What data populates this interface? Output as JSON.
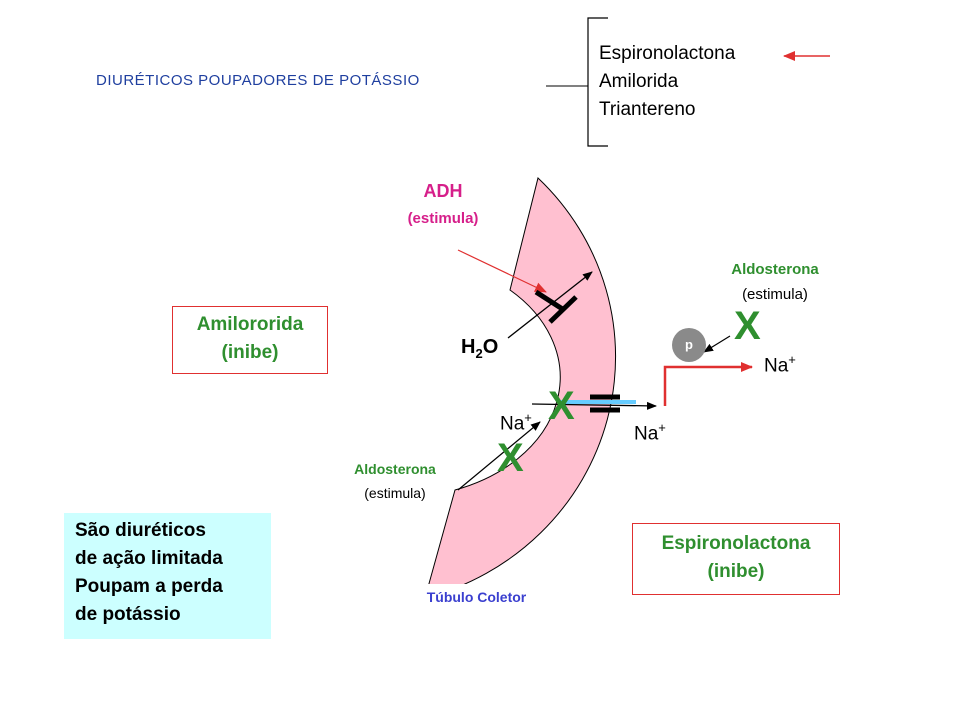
{
  "header": {
    "title": "DIURÉTICOS POUPADORES DE POTÁSSIO",
    "drugs": [
      "Espironolactona",
      "Amilorida",
      "Triantereno"
    ]
  },
  "diagram": {
    "adh": "ADH",
    "adh_action": "(estimula)",
    "water": "H",
    "water_sub": "2",
    "water_end": "O",
    "ion": "Na",
    "ion_charge": "+",
    "aldosterone": "Aldosterona",
    "aldosterone_action": "(estimula)",
    "pump": "p",
    "x_mark": "X",
    "tubule_label": "Túbulo Coletor"
  },
  "boxes": {
    "amiloride": [
      "Amilororida",
      "(inibe)"
    ],
    "spironolactone": [
      "Espironolactona",
      "(inibe)"
    ],
    "note": [
      "São diuréticos",
      "de ação limitada",
      "Poupam a perda",
      "de potássio"
    ]
  },
  "colors": {
    "tubule_fill": "#ffc0d0",
    "green_text": "#2f8f2f",
    "magenta_text": "#d61f8a",
    "red_arrow": "#e03030",
    "cyan_channel": "#66ccff",
    "note_bg": "#ccffff"
  }
}
